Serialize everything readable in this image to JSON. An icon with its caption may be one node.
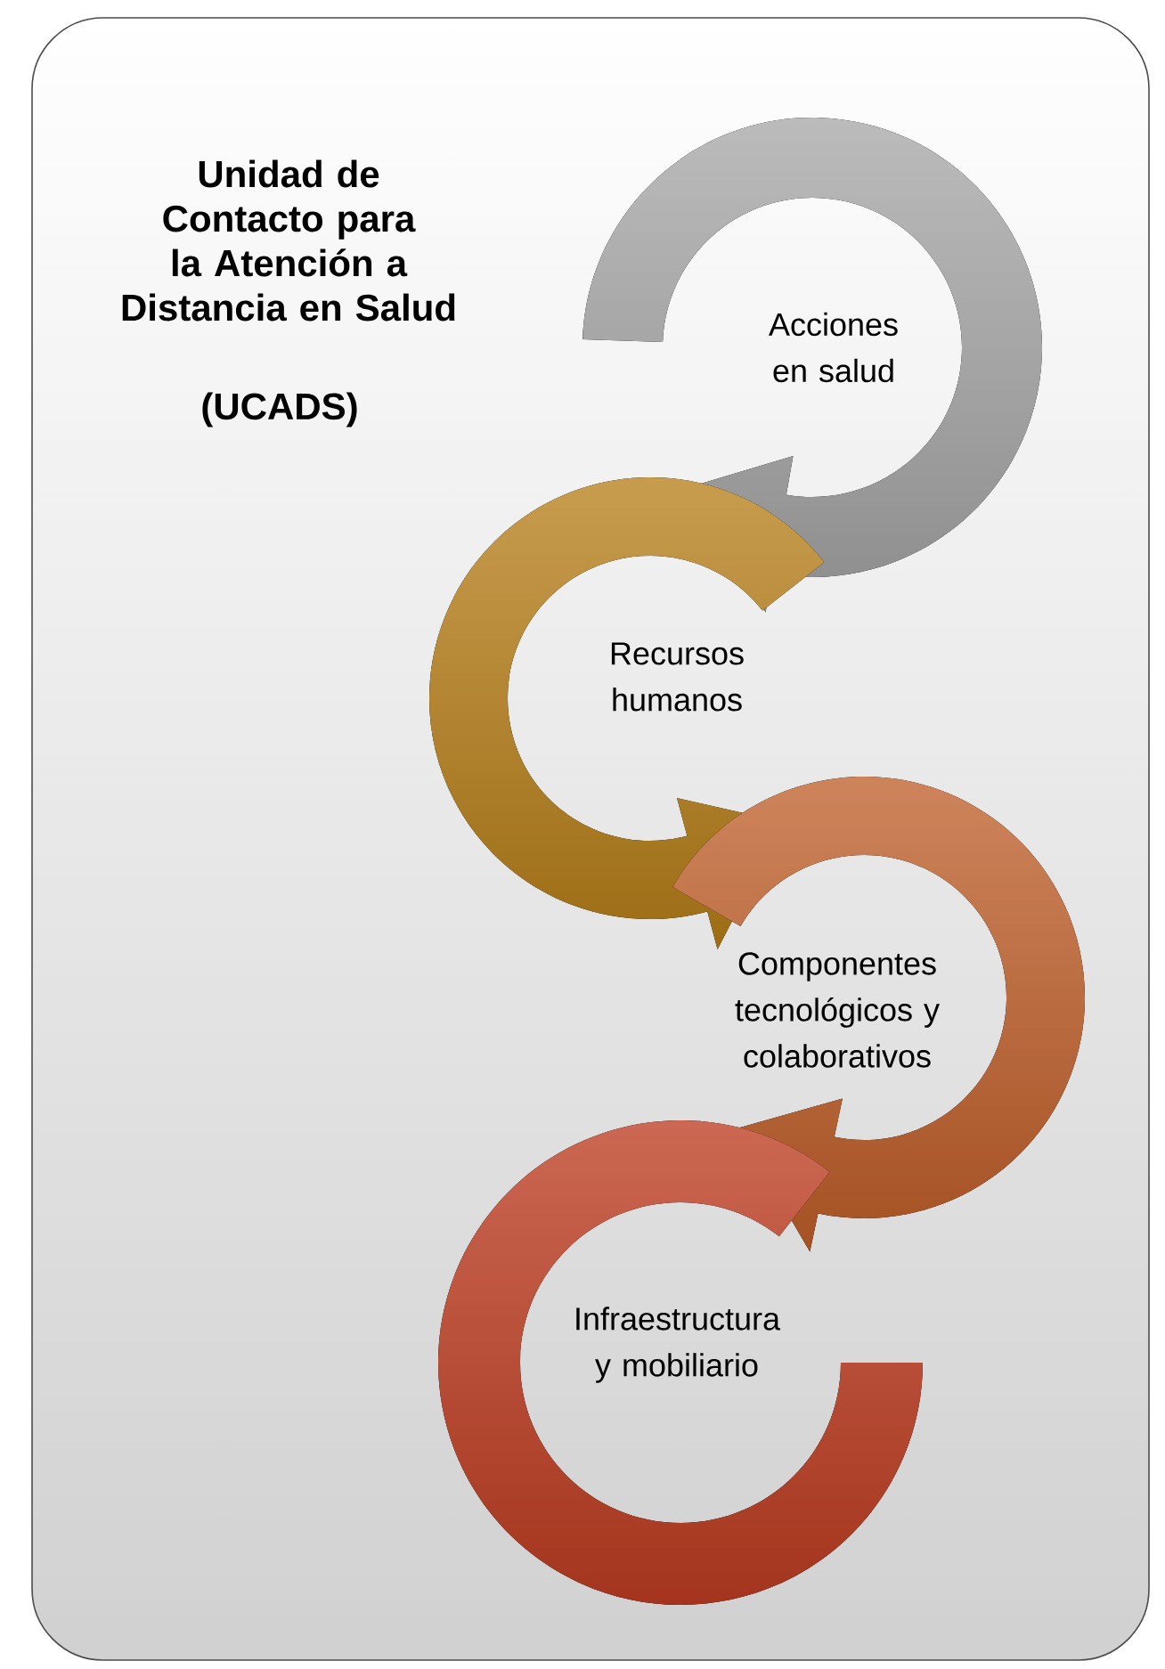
{
  "diagram": {
    "title": "Unidad de Contacto para la Atención a Distancia en Salud",
    "nodes": [
      {
        "text": [
          "Acciones en salud"
        ]
      },
      {
        "text": [
          "Recursos humanos"
        ]
      },
      {
        "text": [
          "Componentes tecnológicos y colaborativos"
        ]
      },
      {
        "text": [
          "Infraestructura y mobiliario"
        ]
      }
    ],
    "labels": [
      "(UCADS)"
    ]
  }
}
